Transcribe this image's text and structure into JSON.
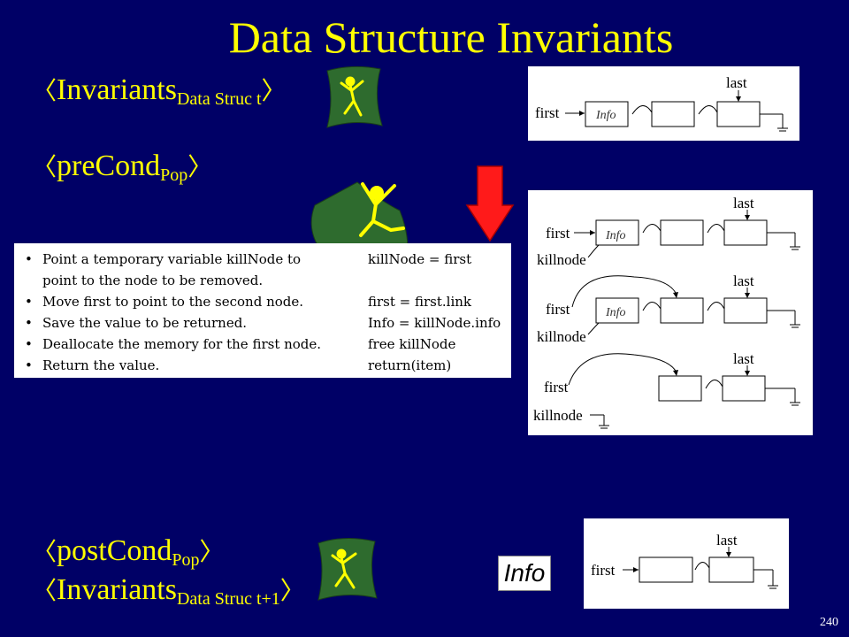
{
  "slide": {
    "title": "Data Structure Invariants",
    "page_number": "240"
  },
  "assertions": {
    "invariants_t": {
      "open": "〈",
      "main": "Invariants",
      "sub": "Data Struc t",
      "close": "〉"
    },
    "precond": {
      "open": "〈",
      "main": "preCond",
      "sub": "Pop",
      "close": "〉"
    },
    "postcond": {
      "open": "〈",
      "main": "postCond",
      "sub": "Pop",
      "close": "〉"
    },
    "invariants_t1": {
      "open": "〈",
      "main": "Invariants",
      "sub": "Data Struc t+1",
      "close": "〉"
    }
  },
  "diagram_labels": {
    "first": "first",
    "last": "last",
    "info": "Info",
    "killnode": "killnode"
  },
  "returned_value": "Info",
  "code": {
    "bullet": "•",
    "steps": [
      {
        "desc": "Point a temporary variable killNode to",
        "action": "killNode = first"
      },
      {
        "desc": "point to the node to be removed.",
        "action": ""
      },
      {
        "desc": "Move first to point to the second node.",
        "action": "first = first.link"
      },
      {
        "desc": "Save the value to be returned.",
        "action": "Info = killNode.info"
      },
      {
        "desc": "Deallocate the memory for the first node.",
        "action": "free killNode"
      },
      {
        "desc": "Return the value.",
        "action": "return(item)"
      }
    ]
  },
  "colors": {
    "background": "#000066",
    "text": "#ffff00",
    "arrow": "#ff0000",
    "frog_bg": "#2e6b2e",
    "frog": "#ffff00"
  }
}
